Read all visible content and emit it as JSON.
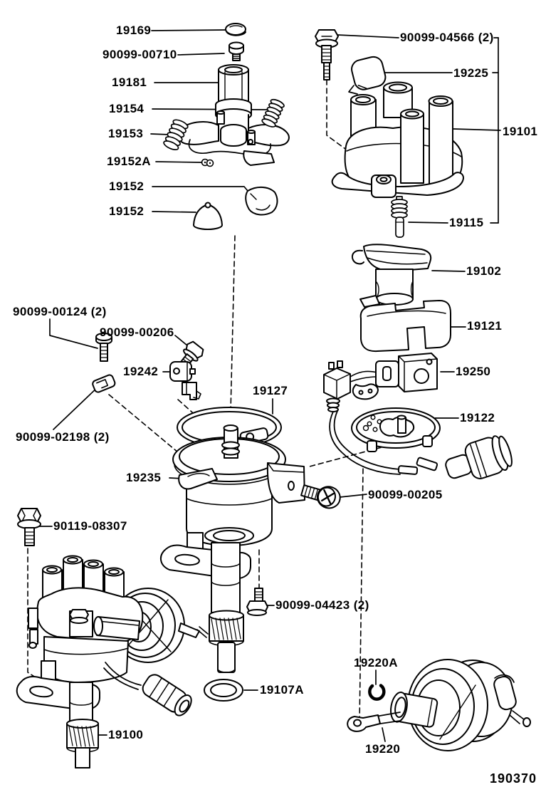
{
  "drawing_number": "190370",
  "colors": {
    "ink": "#000000",
    "paper": "#ffffff"
  },
  "parts": [
    {
      "callout": "19169"
    },
    {
      "callout": "90099-00710"
    },
    {
      "callout": "19181"
    },
    {
      "callout": "19154"
    },
    {
      "callout": "19153"
    },
    {
      "callout": "19152A"
    },
    {
      "callout": "19152"
    },
    {
      "callout": "19152"
    },
    {
      "callout": "90099-04566 (2)"
    },
    {
      "callout": "19225"
    },
    {
      "callout": "19101"
    },
    {
      "callout": "19115"
    },
    {
      "callout": "19102"
    },
    {
      "callout": "19121"
    },
    {
      "callout": "19250"
    },
    {
      "callout": "19122"
    },
    {
      "callout": "90099-00124 (2)"
    },
    {
      "callout": "90099-00206"
    },
    {
      "callout": "19242"
    },
    {
      "callout": "90099-02198 (2)"
    },
    {
      "callout": "19127"
    },
    {
      "callout": "19235"
    },
    {
      "callout": "90119-08307"
    },
    {
      "callout": "90099-00205"
    },
    {
      "callout": "90099-04423 (2)"
    },
    {
      "callout": "19220A"
    },
    {
      "callout": "19107A"
    },
    {
      "callout": "19100"
    },
    {
      "callout": "19220"
    }
  ]
}
